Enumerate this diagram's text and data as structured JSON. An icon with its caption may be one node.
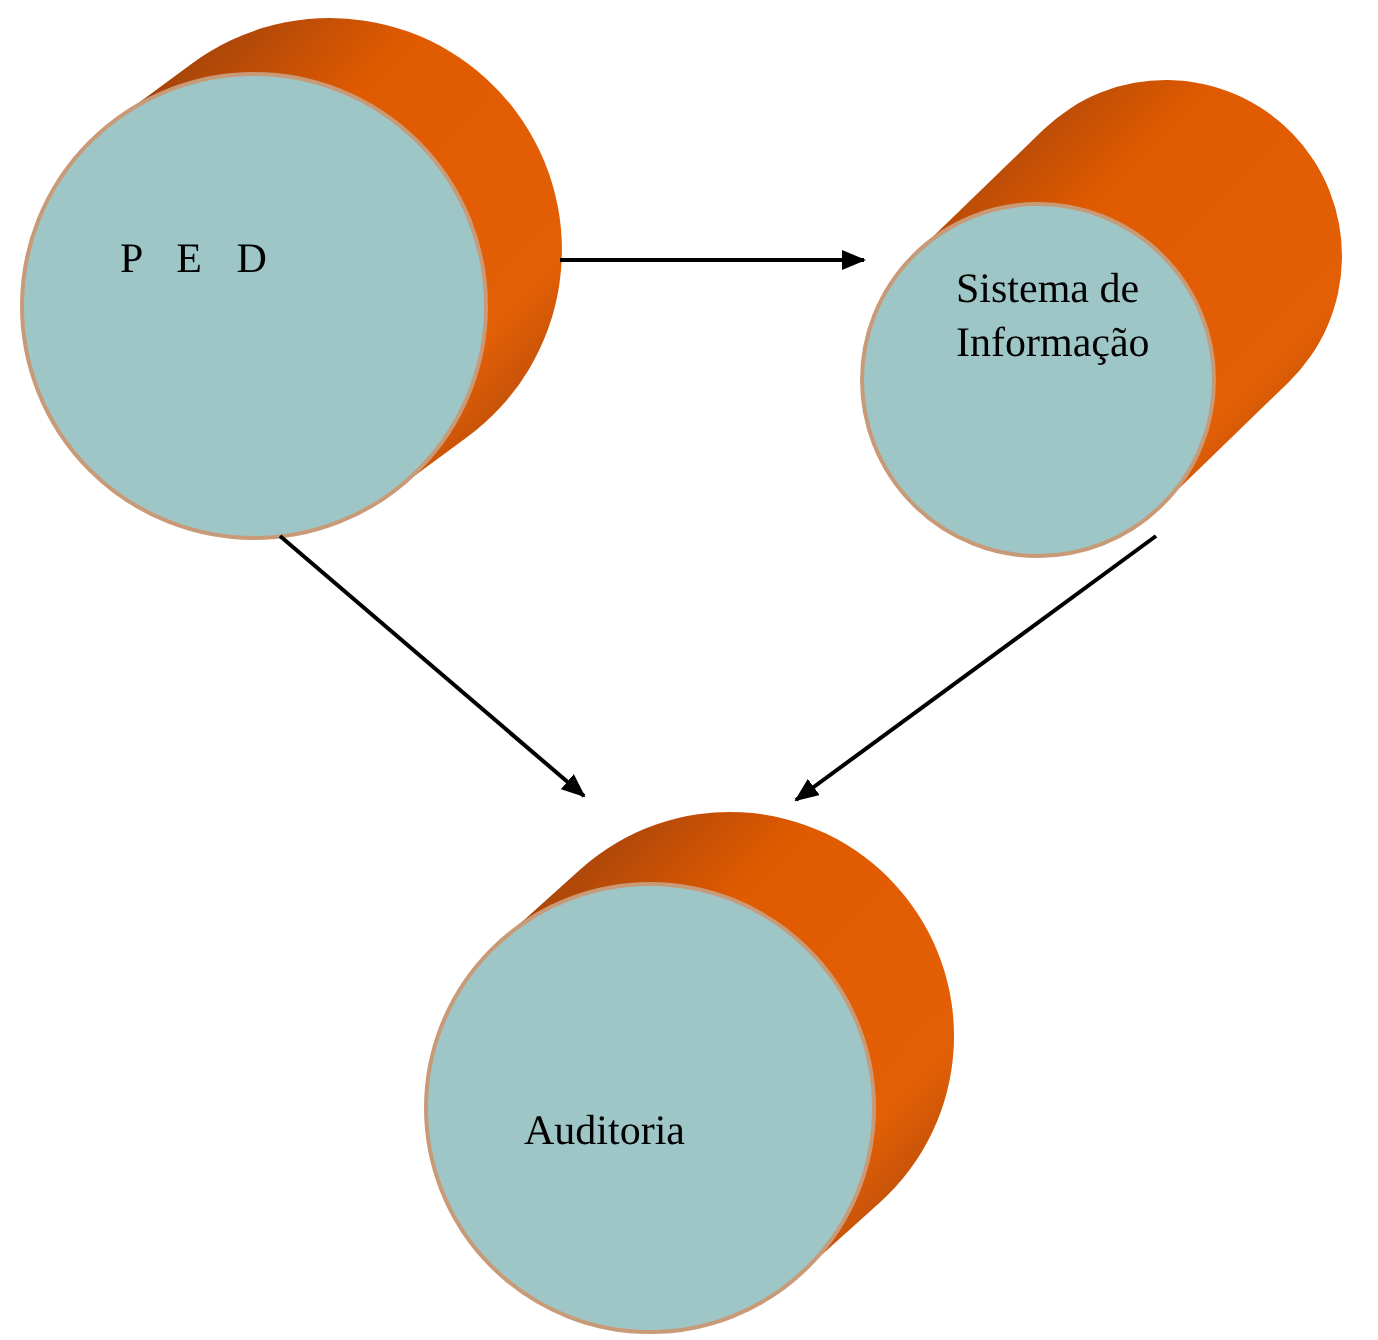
{
  "diagram": {
    "nodes": [
      {
        "text": [
          "P E D"
        ]
      },
      {
        "text": [
          "Sistema de Informação"
        ]
      },
      {
        "text": [
          "Auditoria"
        ]
      }
    ],
    "edges": [
      {
        "from": 0,
        "to": 1,
        "arrow": "to"
      },
      {
        "from": 0,
        "to": 2,
        "arrow": "to"
      },
      {
        "from": 1,
        "to": 2,
        "arrow": "to"
      }
    ]
  }
}
